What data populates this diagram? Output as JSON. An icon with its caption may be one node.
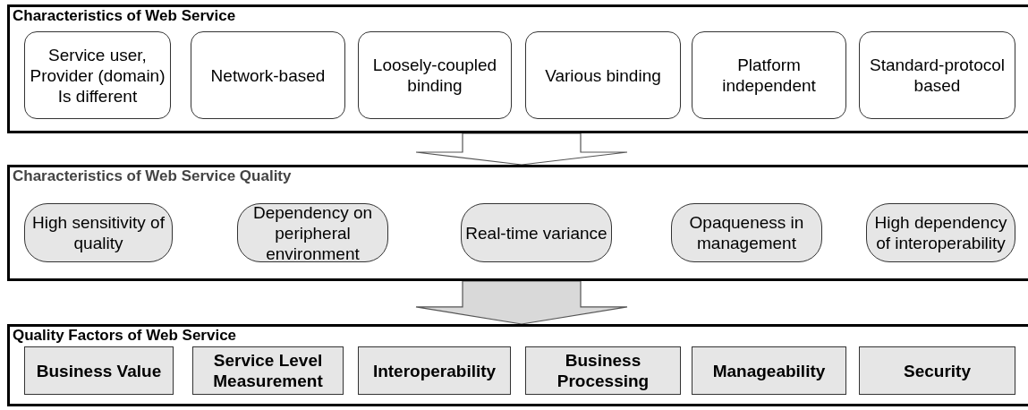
{
  "diagram": {
    "nodes": [
      {
        "text": [
          "Characteristics of Web Service"
        ]
      },
      {
        "text": [
          "Service user, Provider (domain) Is different"
        ],
        "in": 0
      },
      {
        "text": [
          "Network-based"
        ],
        "in": 0
      },
      {
        "text": [
          "Loosely-coupled binding"
        ],
        "in": 0
      },
      {
        "text": [
          "Various binding"
        ],
        "in": 0
      },
      {
        "text": [
          "Platform independent"
        ],
        "in": 0
      },
      {
        "text": [
          "Standard-protocol based"
        ],
        "in": 0
      },
      {
        "text": [
          "Characteristics of Web Service Quality"
        ]
      },
      {
        "text": [
          "High sensitivity of quality"
        ],
        "in": 7
      },
      {
        "text": [
          "Dependency on peripheral environment"
        ],
        "in": 7
      },
      {
        "text": [
          "Real-time variance"
        ],
        "in": 7
      },
      {
        "text": [
          "Opaqueness in management"
        ],
        "in": 7
      },
      {
        "text": [
          "High dependency of interoperability"
        ],
        "in": 7
      },
      {
        "text": [
          "Quality Factors of Web Service"
        ]
      },
      {
        "text": [
          "Business Value"
        ],
        "in": 13
      },
      {
        "text": [
          "Service Level Measurement"
        ],
        "in": 13
      },
      {
        "text": [
          "Interoperability"
        ],
        "in": 13
      },
      {
        "text": [
          "Business Processing"
        ],
        "in": 13
      },
      {
        "text": [
          "Manageability"
        ],
        "in": 13
      },
      {
        "text": [
          "Security"
        ],
        "in": 13
      }
    ],
    "edges": [
      {
        "from": 0,
        "to": 7,
        "arrow": "to"
      },
      {
        "from": 7,
        "to": 13,
        "arrow": "to",
        "color": "#d9d9d9"
      }
    ]
  }
}
